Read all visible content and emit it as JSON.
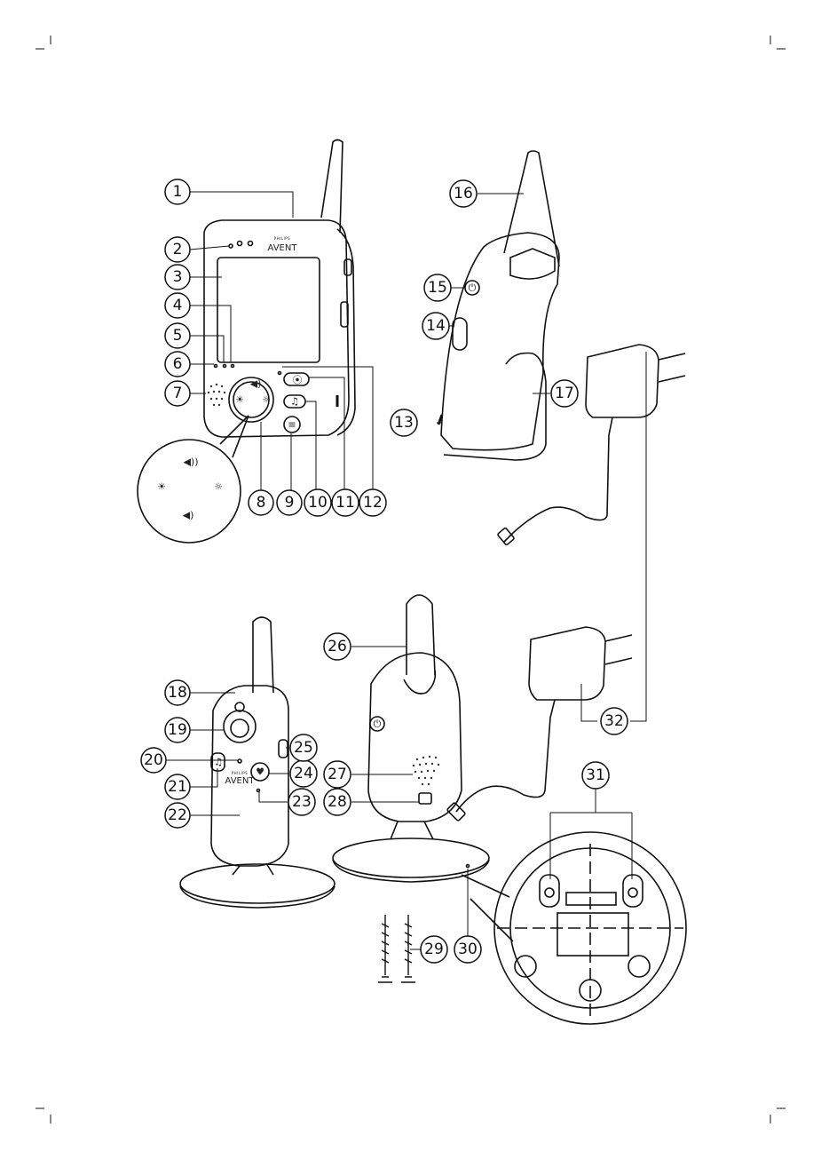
{
  "brand": {
    "maker": "PHILIPS",
    "product": "AVENT"
  },
  "callouts": [
    "1",
    "2",
    "3",
    "4",
    "5",
    "6",
    "7",
    "8",
    "9",
    "10",
    "11",
    "12",
    "13",
    "14",
    "15",
    "16",
    "17",
    "18",
    "19",
    "20",
    "21",
    "22",
    "23",
    "24",
    "25",
    "26",
    "27",
    "28",
    "29",
    "30",
    "31",
    "32"
  ],
  "icons": {
    "speaker": "speaker-icon",
    "brightness": "brightness-icon",
    "music": "music-note-icon",
    "menu": "menu-icon",
    "talk": "microphone-icon",
    "power": "power-icon",
    "night_light": "night-light-icon"
  }
}
